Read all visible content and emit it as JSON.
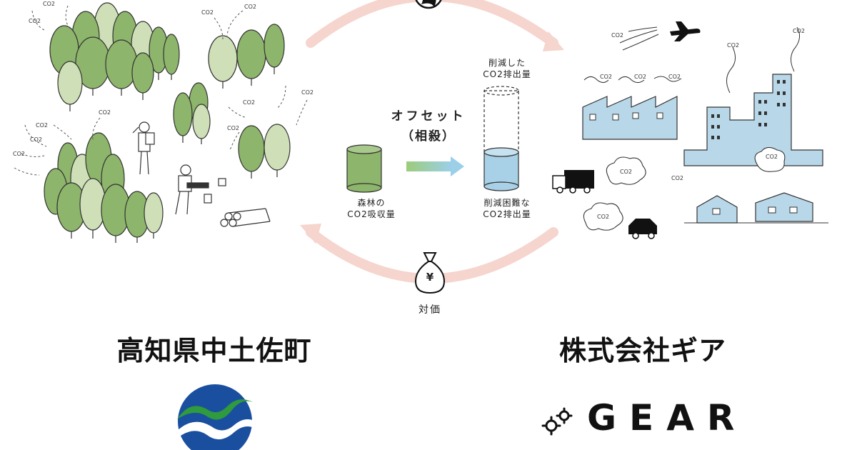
{
  "center": {
    "offset_label": "オフセット",
    "offset_sub": "（相殺）",
    "forest_absorption": [
      "森林の",
      "CO2吸収量"
    ],
    "reduced_emission": [
      "削減した",
      "CO2排出量"
    ],
    "hard_to_reduce": [
      "削減困難な",
      "CO2排出量"
    ],
    "payment_symbol": "¥",
    "payment_label": "対価"
  },
  "co2_tag": "CO2",
  "left_org": {
    "name": "高知県中土佐町"
  },
  "right_org": {
    "name": "株式会社ギア",
    "logo_text": "GEAR"
  },
  "colors": {
    "tree_green": "#8db56b",
    "tree_light": "#cfe0b8",
    "building_blue": "#b8d8ea",
    "liquid_blue": "#a8d0e6",
    "cycle_pink": "#f5d5cd",
    "arrow_green": "#9ccc7a",
    "arrow_blue": "#9ccfe8",
    "logo_blue": "#1a4fa0",
    "logo_green": "#2f9a3e"
  },
  "icons": [
    "globe-icon",
    "airplane-icon",
    "truck-icon",
    "car-icon",
    "money-bag-icon",
    "gear-icon",
    "town-emblem-icon"
  ]
}
